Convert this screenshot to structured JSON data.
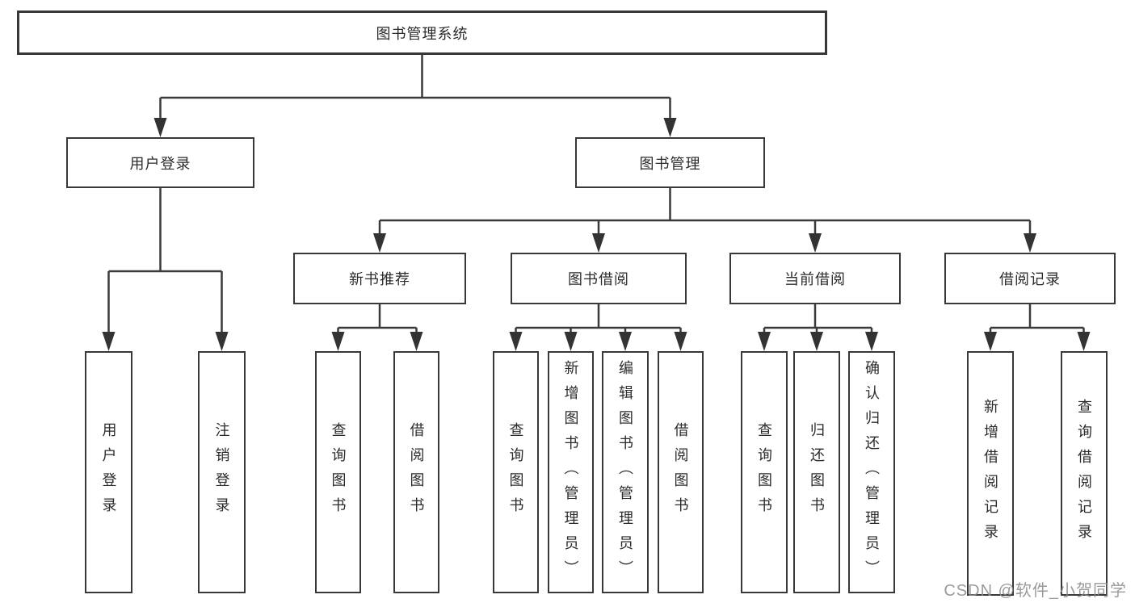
{
  "diagram": {
    "type": "functional-structure-tree",
    "title": "图书管理系统",
    "children": [
      {
        "label": "用户登录",
        "children": [
          {
            "label": "用户登录"
          },
          {
            "label": "注销登录"
          }
        ]
      },
      {
        "label": "图书管理",
        "children": [
          {
            "label": "新书推荐",
            "children": [
              {
                "label": "查询图书"
              },
              {
                "label": "借阅图书"
              }
            ]
          },
          {
            "label": "图书借阅",
            "children": [
              {
                "label": "查询图书"
              },
              {
                "label": "新增图书（管理员）"
              },
              {
                "label": "编辑图书（管理员）"
              },
              {
                "label": "借阅图书"
              }
            ]
          },
          {
            "label": "当前借阅",
            "children": [
              {
                "label": "查询图书"
              },
              {
                "label": "归还图书"
              },
              {
                "label": "确认归还（管理员）"
              }
            ]
          },
          {
            "label": "借阅记录",
            "children": [
              {
                "label": "新增借阅记录"
              },
              {
                "label": "查询借阅记录"
              }
            ]
          }
        ]
      }
    ]
  },
  "watermark": {
    "text": "CSDN @软件_小贺同学"
  },
  "colors": {
    "line": "#3a3a3a",
    "box_border": "#383838",
    "box_fill": "#ffffff",
    "text": "#2b2b2b",
    "watermark": "#8c8c8c",
    "background": "#ffffff"
  }
}
